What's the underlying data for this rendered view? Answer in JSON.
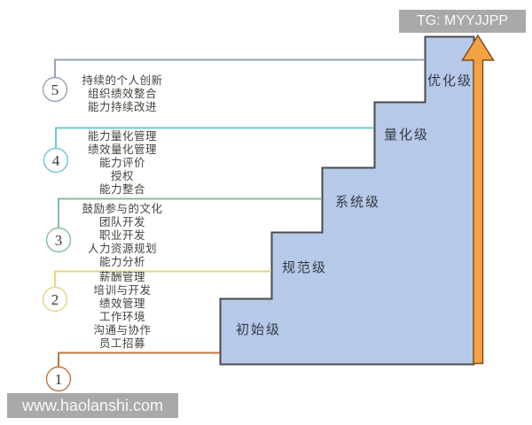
{
  "watermark_top": {
    "text": "TG: MYYJJPP"
  },
  "watermark_bottom": {
    "text": "www.haolanshi.com"
  },
  "colors": {
    "stair_fill": "#b7c9e8",
    "stair_border": "#4a4a4a",
    "arrow_fill": "#f5a242",
    "arrow_border": "#7d4e1b",
    "badge_bg": "#a9a9a9",
    "badge_text": "#f8f8f8",
    "step_label_text": "#333a45",
    "list_text": "#45433d"
  },
  "levels": [
    {
      "number": "1",
      "color": "#bf7440",
      "items": []
    },
    {
      "number": "2",
      "color": "#e5d584",
      "items": [
        "薪酬管理",
        "培训与开发",
        "绩效管理",
        "工作环境",
        "沟通与协作",
        "员工招募"
      ]
    },
    {
      "number": "3",
      "color": "#86bd9e",
      "items": [
        "鼓励参与的文化",
        "团队开发",
        "职业开发",
        "人力资源规划",
        "能力分析"
      ]
    },
    {
      "number": "4",
      "color": "#6fc6cf",
      "items": [
        "能力量化管理",
        "绩效量化管理",
        "能力评价",
        "授权",
        "能力整合"
      ]
    },
    {
      "number": "5",
      "color": "#95a3b6",
      "items": [
        "持续的个人创新",
        "组织绩效整合",
        "能力持续改进"
      ]
    }
  ],
  "steps": [
    {
      "label": "初始级"
    },
    {
      "label": "规范级"
    },
    {
      "label": "系统级"
    },
    {
      "label": "量化级"
    },
    {
      "label": "优化级"
    }
  ]
}
